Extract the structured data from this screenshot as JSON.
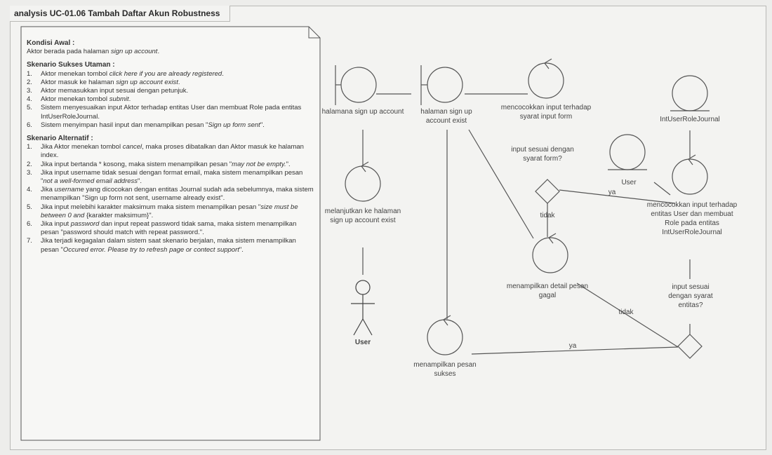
{
  "title": "analysis UC-01.06 Tambah Daftar Akun  Robustness",
  "note": {
    "kondisi_awal_heading": "Kondisi Awal :",
    "kondisi_awal_pre": "Aktor berada pada halaman ",
    "kondisi_awal_em": "sign up account",
    "kondisi_awal_post": ".",
    "sukses_heading": "Skenario Sukses Utaman :",
    "sukses": [
      {
        "n": "1.",
        "pre": "Aktor menekan tombol ",
        "em": "click here if you are already registered",
        "post": "."
      },
      {
        "n": "2.",
        "pre": "Aktor masuk ke halaman ",
        "em": "sign up account exist",
        "post": "."
      },
      {
        "n": "3.",
        "pre": "Aktor memasukkan input sesuai dengan petunjuk.",
        "em": "",
        "post": ""
      },
      {
        "n": "4.",
        "pre": "Aktor menekan tombol ",
        "em": "submit",
        "post": "."
      },
      {
        "n": "5.",
        "pre": "Sistem menyesuaikan input Aktor terhadap entitas User dan membuat Role pada entitas IntUserRoleJournal.",
        "em": "",
        "post": ""
      },
      {
        "n": "6.",
        "pre": "Sistem menyimpan hasil input dan menampilkan pesan \"",
        "em": "Sign up form sent",
        "post": "\"."
      }
    ],
    "alternatif_heading": "Skenario Alternatif :",
    "alternatif": [
      {
        "n": "1.",
        "pre": "Jika Aktor menekan tombol ",
        "em": "cancel",
        "post": ", maka proses dibatalkan dan Aktor masuk ke halaman index."
      },
      {
        "n": "2.",
        "pre": "Jika input bertanda * kosong, maka sistem menampilkan pesan \"",
        "em": "may not be empty.",
        "post": "\"."
      },
      {
        "n": "3.",
        "pre": "Jika input username tidak sesuai dengan format email, maka sistem menampilkan pesan \"",
        "em": "not a well-formed email address",
        "post": "\"."
      },
      {
        "n": "4.",
        "pre": "Jika ",
        "em": "username",
        "post": " yang dicocokan dengan entitas Journal sudah ada sebelumnya, maka sistem menampilkan \"Sign up form not sent, username already exist\"."
      },
      {
        "n": "5.",
        "pre": "Jika input melebihi karakter maksimum maka sistem menampilkan pesan \"",
        "em": "size must be between 0 and",
        "post": " {karakter maksimum}\"."
      },
      {
        "n": "6.",
        "pre": "Jika input ",
        "em": "password",
        "post": " dan input repeat password tidak sama, maka sistem menampilkan pesan \"password should match with repeat password.\"."
      },
      {
        "n": "7.",
        "pre": "Jika terjadi kegagalan dalam sistem saat skenario berjalan, maka sistem menampilkan pesan \"",
        "em": "Occured error. Please try to refresh page or contect support",
        "post": "\"."
      }
    ]
  },
  "labels": {
    "b1": "halamana sign up account",
    "b2": "halaman sign up account exist",
    "c_cocok_form": "mencocokkan input terhadap syarat input form",
    "q_form": "input sesuai dengan syarat form?",
    "e_role": "IntUserRoleJournal",
    "e_user": "User",
    "ya1": "ya",
    "tidak1": "tidak",
    "c_cocok_user": "mencocokkan input terhadap entitas User dan membuat Role pada entitas IntUserRoleJournal",
    "c_lanjut": "melanjutkan ke halaman sign up account exist",
    "c_gagal": "menampilkan detail pesan gagal",
    "q_entitas": "input sesuai dengan syarat entitas?",
    "tidak2": "tidak",
    "actor": "User",
    "c_sukses": "menampilkan pesan sukses",
    "ya2": "ya"
  }
}
